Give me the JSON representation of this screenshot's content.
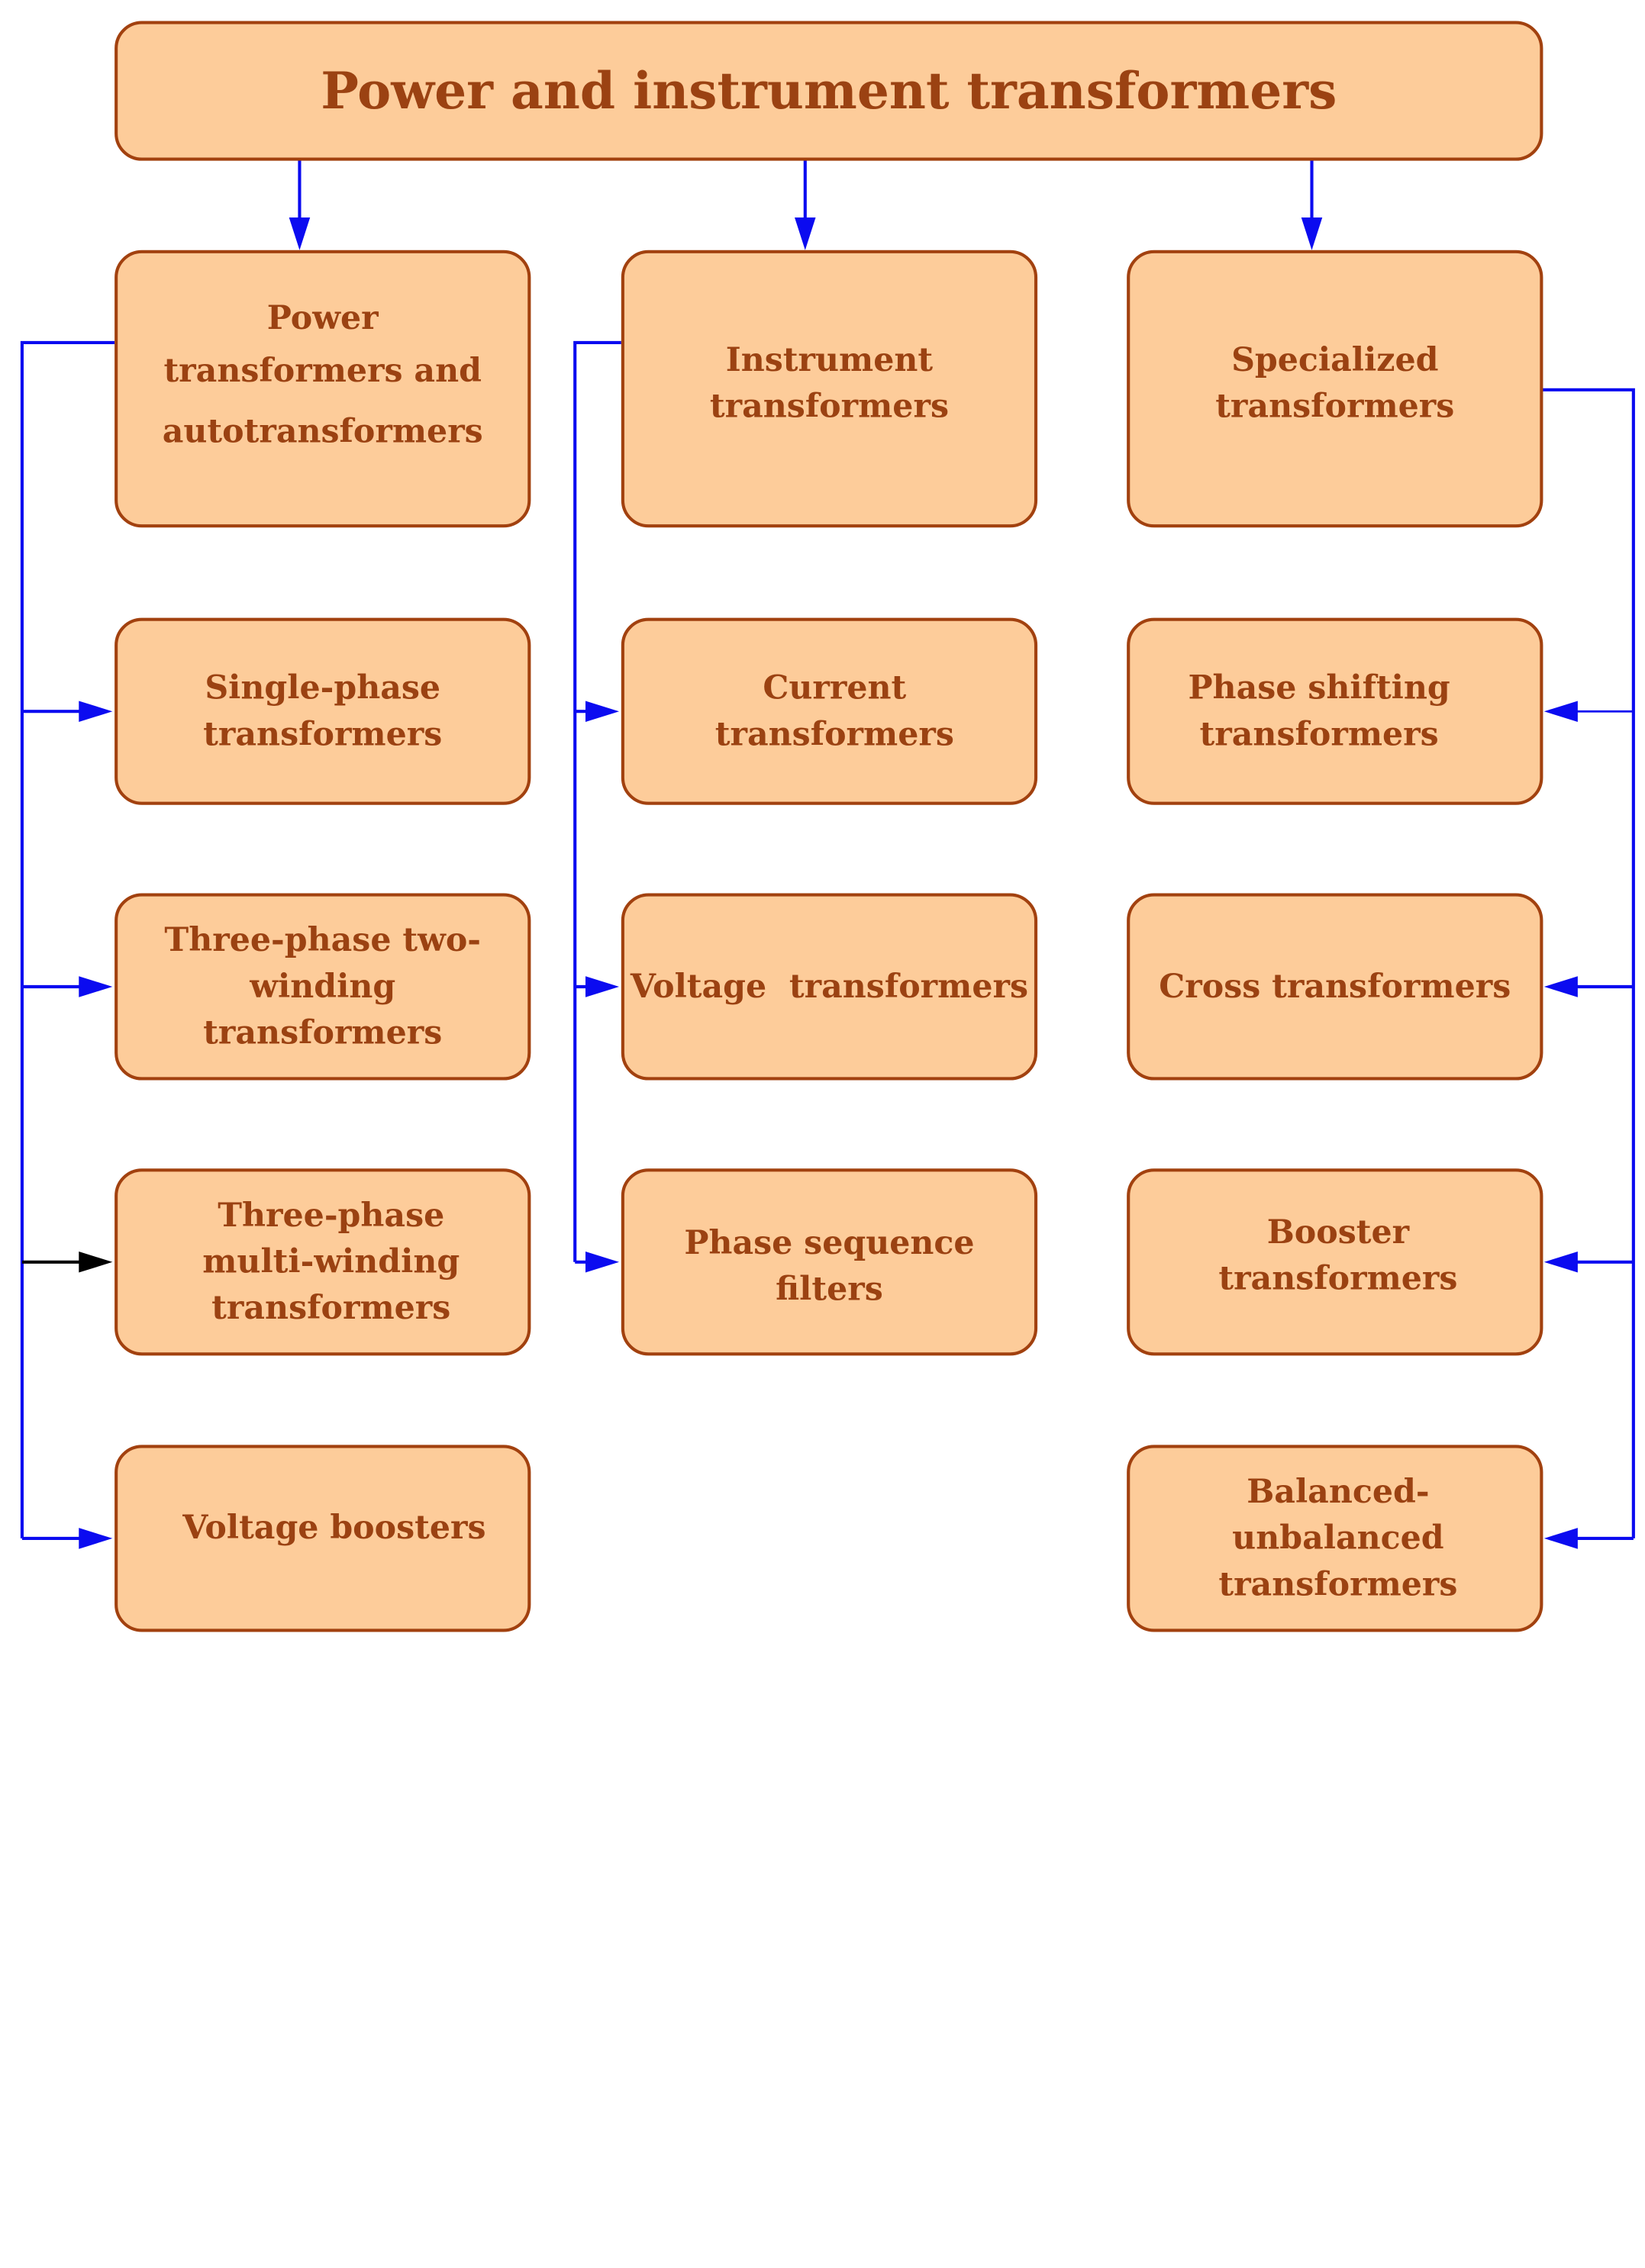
{
  "colors": {
    "box_fill": "#fdcc9a",
    "box_border": "#a2410f",
    "text": "#9b4212",
    "connector": "#0b0bf0",
    "connector_alt": "#000000"
  },
  "root": {
    "label": "Power and instrument transformers"
  },
  "categories": [
    {
      "label": "Power transformers and autotransformers",
      "lines": [
        "Power",
        "transformers and",
        "autotransformers"
      ],
      "children": [
        {
          "lines": [
            "Single-phase",
            "transformers"
          ]
        },
        {
          "lines": [
            "Three-phase two-",
            "winding",
            "transformers"
          ]
        },
        {
          "lines": [
            "Three-phase",
            "multi-winding",
            "transformers"
          ]
        },
        {
          "lines": [
            "Voltage boosters"
          ]
        }
      ]
    },
    {
      "label": "Instrument transformers",
      "lines": [
        "Instrument",
        "transformers"
      ],
      "children": [
        {
          "lines": [
            "Current transformers"
          ]
        },
        {
          "lines": [
            "Voltage  transformers"
          ]
        },
        {
          "lines": [
            "Phase sequence filters"
          ]
        }
      ]
    },
    {
      "label": "Specialized transformers",
      "lines": [
        "Specialized",
        "transformers"
      ],
      "children": [
        {
          "lines": [
            "Phase shifting",
            "transformers"
          ]
        },
        {
          "lines": [
            "Cross transformers"
          ]
        },
        {
          "lines": [
            "Booster transformers"
          ]
        },
        {
          "lines": [
            "Balanced-unbalanced",
            "transformers"
          ]
        }
      ]
    }
  ]
}
